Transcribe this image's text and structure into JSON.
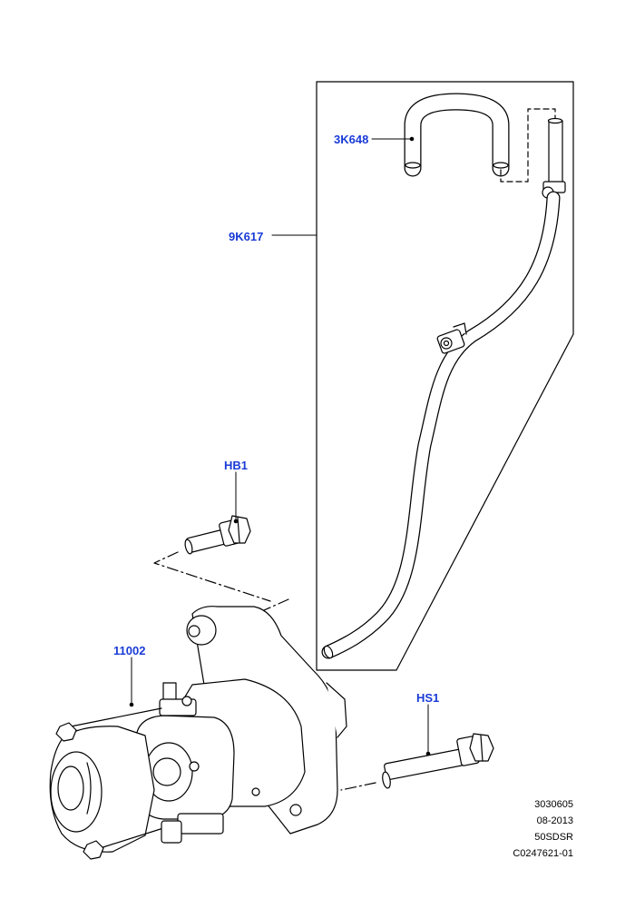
{
  "callouts": {
    "hose": "3K648",
    "pipe": "9K617",
    "bolt_upper": "HB1",
    "starter": "11002",
    "bolt_lower": "HS1"
  },
  "reference": {
    "line1": "3030605",
    "line2": "08-2013",
    "line3": "50SDSR",
    "line4": "C0247621-01"
  },
  "colors": {
    "callout": "#1a3bd6",
    "line": "#000000",
    "background": "#ffffff"
  }
}
